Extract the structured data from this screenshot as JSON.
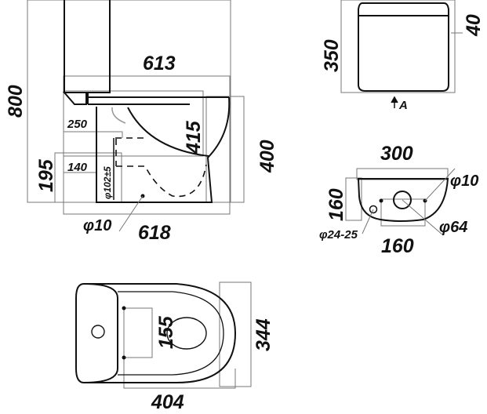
{
  "side_view": {
    "total_height": "800",
    "length_top": "613",
    "length_bottom": "618",
    "inlet_height": "250",
    "seat_height": "415",
    "bowl_height": "400",
    "outlet_height": "195",
    "outlet_offset": "140",
    "outlet_diameter": "φ102±5",
    "fixing_hole": "φ10"
  },
  "tank_front_view": {
    "height": "350",
    "lid_height": "40",
    "view_marker": "A"
  },
  "tank_bottom_view": {
    "width": "300",
    "depth": "160",
    "hole_spacing": "160",
    "fixing_holes": "φ10",
    "water_inlet": "φ24-25",
    "flush_valve": "φ64"
  },
  "top_view": {
    "seat_hole_spacing": "155",
    "width": "344",
    "length": "404"
  }
}
